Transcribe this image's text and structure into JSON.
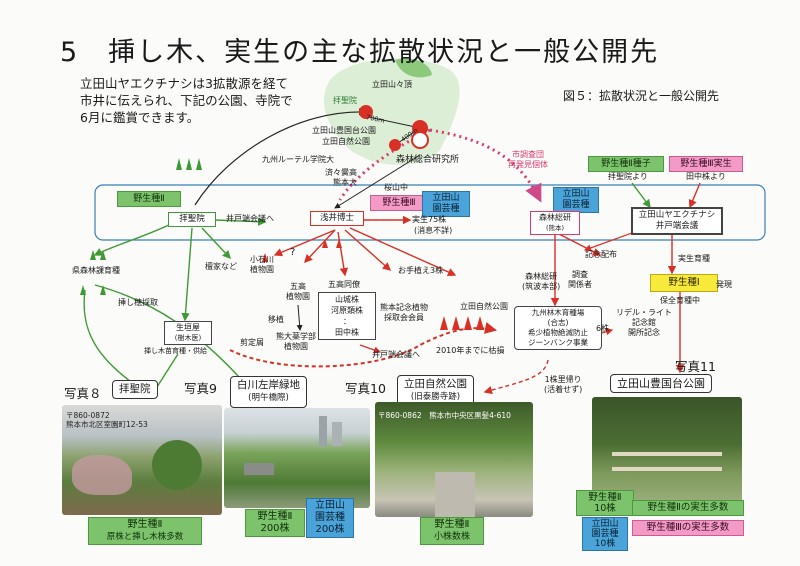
{
  "header": {
    "title": "5　挿し木、実生の主な拡散状況と一般公開先",
    "intro_lines": [
      "立田山ヤエクチナシは3拡散源を経て",
      "市井に伝えられ、下記の公園、寺院で",
      "6月に鑑賞できます。"
    ],
    "figure_label": "図５：拡散状況と一般公開先"
  },
  "map": {
    "summit": "立田山々頂",
    "haiseiin": "拝聖院",
    "park_line1": "立田山豊国台公園",
    "park_line2": "立田自然公園",
    "dist_700": "700m",
    "dist_400": "400m",
    "forest_institute": "森林総合研究所",
    "lutheran": "九州ルーテル学院大",
    "seiseikou_line1": "済々黌高",
    "seiseikou_line2": "熊本大",
    "sakurayama": "桜山中",
    "red_note_line1": "市調査団",
    "red_note_line2": "再発見個体"
  },
  "flow": {
    "wild_II": "野生種Ⅱ",
    "haiseiin_box": "拝聖院",
    "ido_1": "井戸端会議へ",
    "danka": "檀家など",
    "asai": "浅井博士",
    "wild_III": "野生種Ⅲ",
    "tatsuta_engei_line1": "立田山",
    "tatsuta_engei_line2": "園芸種",
    "jitsusei": "実生75株",
    "shoshitsu": "(消息不詳)",
    "shinrin_line1": "森林総研",
    "shinrin_line2": "(熊本)",
    "tatsuta_engei2_line1": "立田山",
    "tatsuta_engei2_line2": "園芸種",
    "wild_II_seed": "野生種Ⅱ種子",
    "wild_III_seed": "野生種Ⅲ実生",
    "from_haiseiin": "拝聖院より",
    "from_tanaka": "田中株より",
    "ido_box_line1": "立田山ヤエクチナシ",
    "ido_box_line2": "井戸端会議",
    "kinen": "記念配布",
    "jisseishu": "実生育種",
    "wild_I": "野生種Ⅰ",
    "hakken": "発現",
    "hozon": "保全育種中",
    "forest_center": "県森林課育種",
    "sashiki": "挿し穂採取",
    "koishikawa_line1": "小石川",
    "koishikawa_line2": "植物園",
    "gokou_line1": "五高",
    "gokou_line2": "植物園",
    "ishoku": "移植",
    "yakugaku_line1": "熊大薬学部",
    "yakugaku_line2": "植物園",
    "gokou_dousou": "五高同僚",
    "yamashiro": "山城株",
    "kawahara": "河原類株",
    "dots": "：",
    "tanaka": "田中株",
    "ido_2": "井戸端会議へ",
    "oteue": "お手植え3株",
    "kumamoto_line1": "熊本記念植物",
    "kumamoto_line2": "採取会会員",
    "shizen_koen": "立田自然公園",
    "kareru": "2010年までに枯損",
    "ikusei_line1": "九州林木育種場",
    "ikusei_line2": "(合志)",
    "ikusei_line3": "希少植物絶滅防止",
    "ikusei_line4": "ジーンバンク事業",
    "satogaeri_line1": "1株里帰り",
    "satogaeri_line2": "(活着せず)",
    "ikuseiro_line1": "生垣屋",
    "ikuseiro_line2": "(樹木医)",
    "sashiki_ikusei": "挿し木苗育種・供給",
    "senteigara": "剪定屑",
    "shinrin_kanta_line1": "森林総研",
    "shinrin_kanta_line2": "(筑波本部)",
    "chousa_line1": "調査",
    "chousa_line2": "関係者",
    "riddel_line1": "リデル・ライト",
    "riddel_line2": "記念館",
    "riddel_line3": "開所記念",
    "six_stock": "6株",
    "question": "?"
  },
  "photos": [
    {
      "num": "写真８",
      "name": "拝聖院",
      "addr_line1": "〒860-0872",
      "addr_line2": "熊本市北区室園町12-53",
      "label_line1": "野生種Ⅱ",
      "label_line2": "原株と挿し木株多数"
    },
    {
      "num": "写真9",
      "name_line1": "白川左岸緑地",
      "name_line2": "(明午橋際)",
      "label_line1": "野生種Ⅱ",
      "label_line2": "200株",
      "label2_line1": "立田山",
      "label2_line2": "園芸種",
      "label2_line3": "200株"
    },
    {
      "num": "写真10",
      "name_line1": "立田自然公園",
      "name_line2": "(旧泰勝寺跡)",
      "addr": "〒860-0862　熊本市中央区黒髪4-610",
      "label_line1": "野生種Ⅱ",
      "label_line2": "小株数株"
    },
    {
      "num": "写真11",
      "name": "立田山豊国台公園",
      "label_a_line1": "野生種Ⅱ",
      "label_a_line2": "10株",
      "label_b_line1": "立田山",
      "label_b_line2": "園芸種",
      "label_b_line3": "10株",
      "label_c": "野生種Ⅱの実生多数",
      "label_d": "野生種Ⅲの実生多数"
    }
  ],
  "colors": {
    "green": "#7cc36b",
    "blue": "#4aa3d9",
    "pink": "#f39ac6",
    "yellow": "#f7ea3a",
    "red_arrow": "#d93025"
  }
}
